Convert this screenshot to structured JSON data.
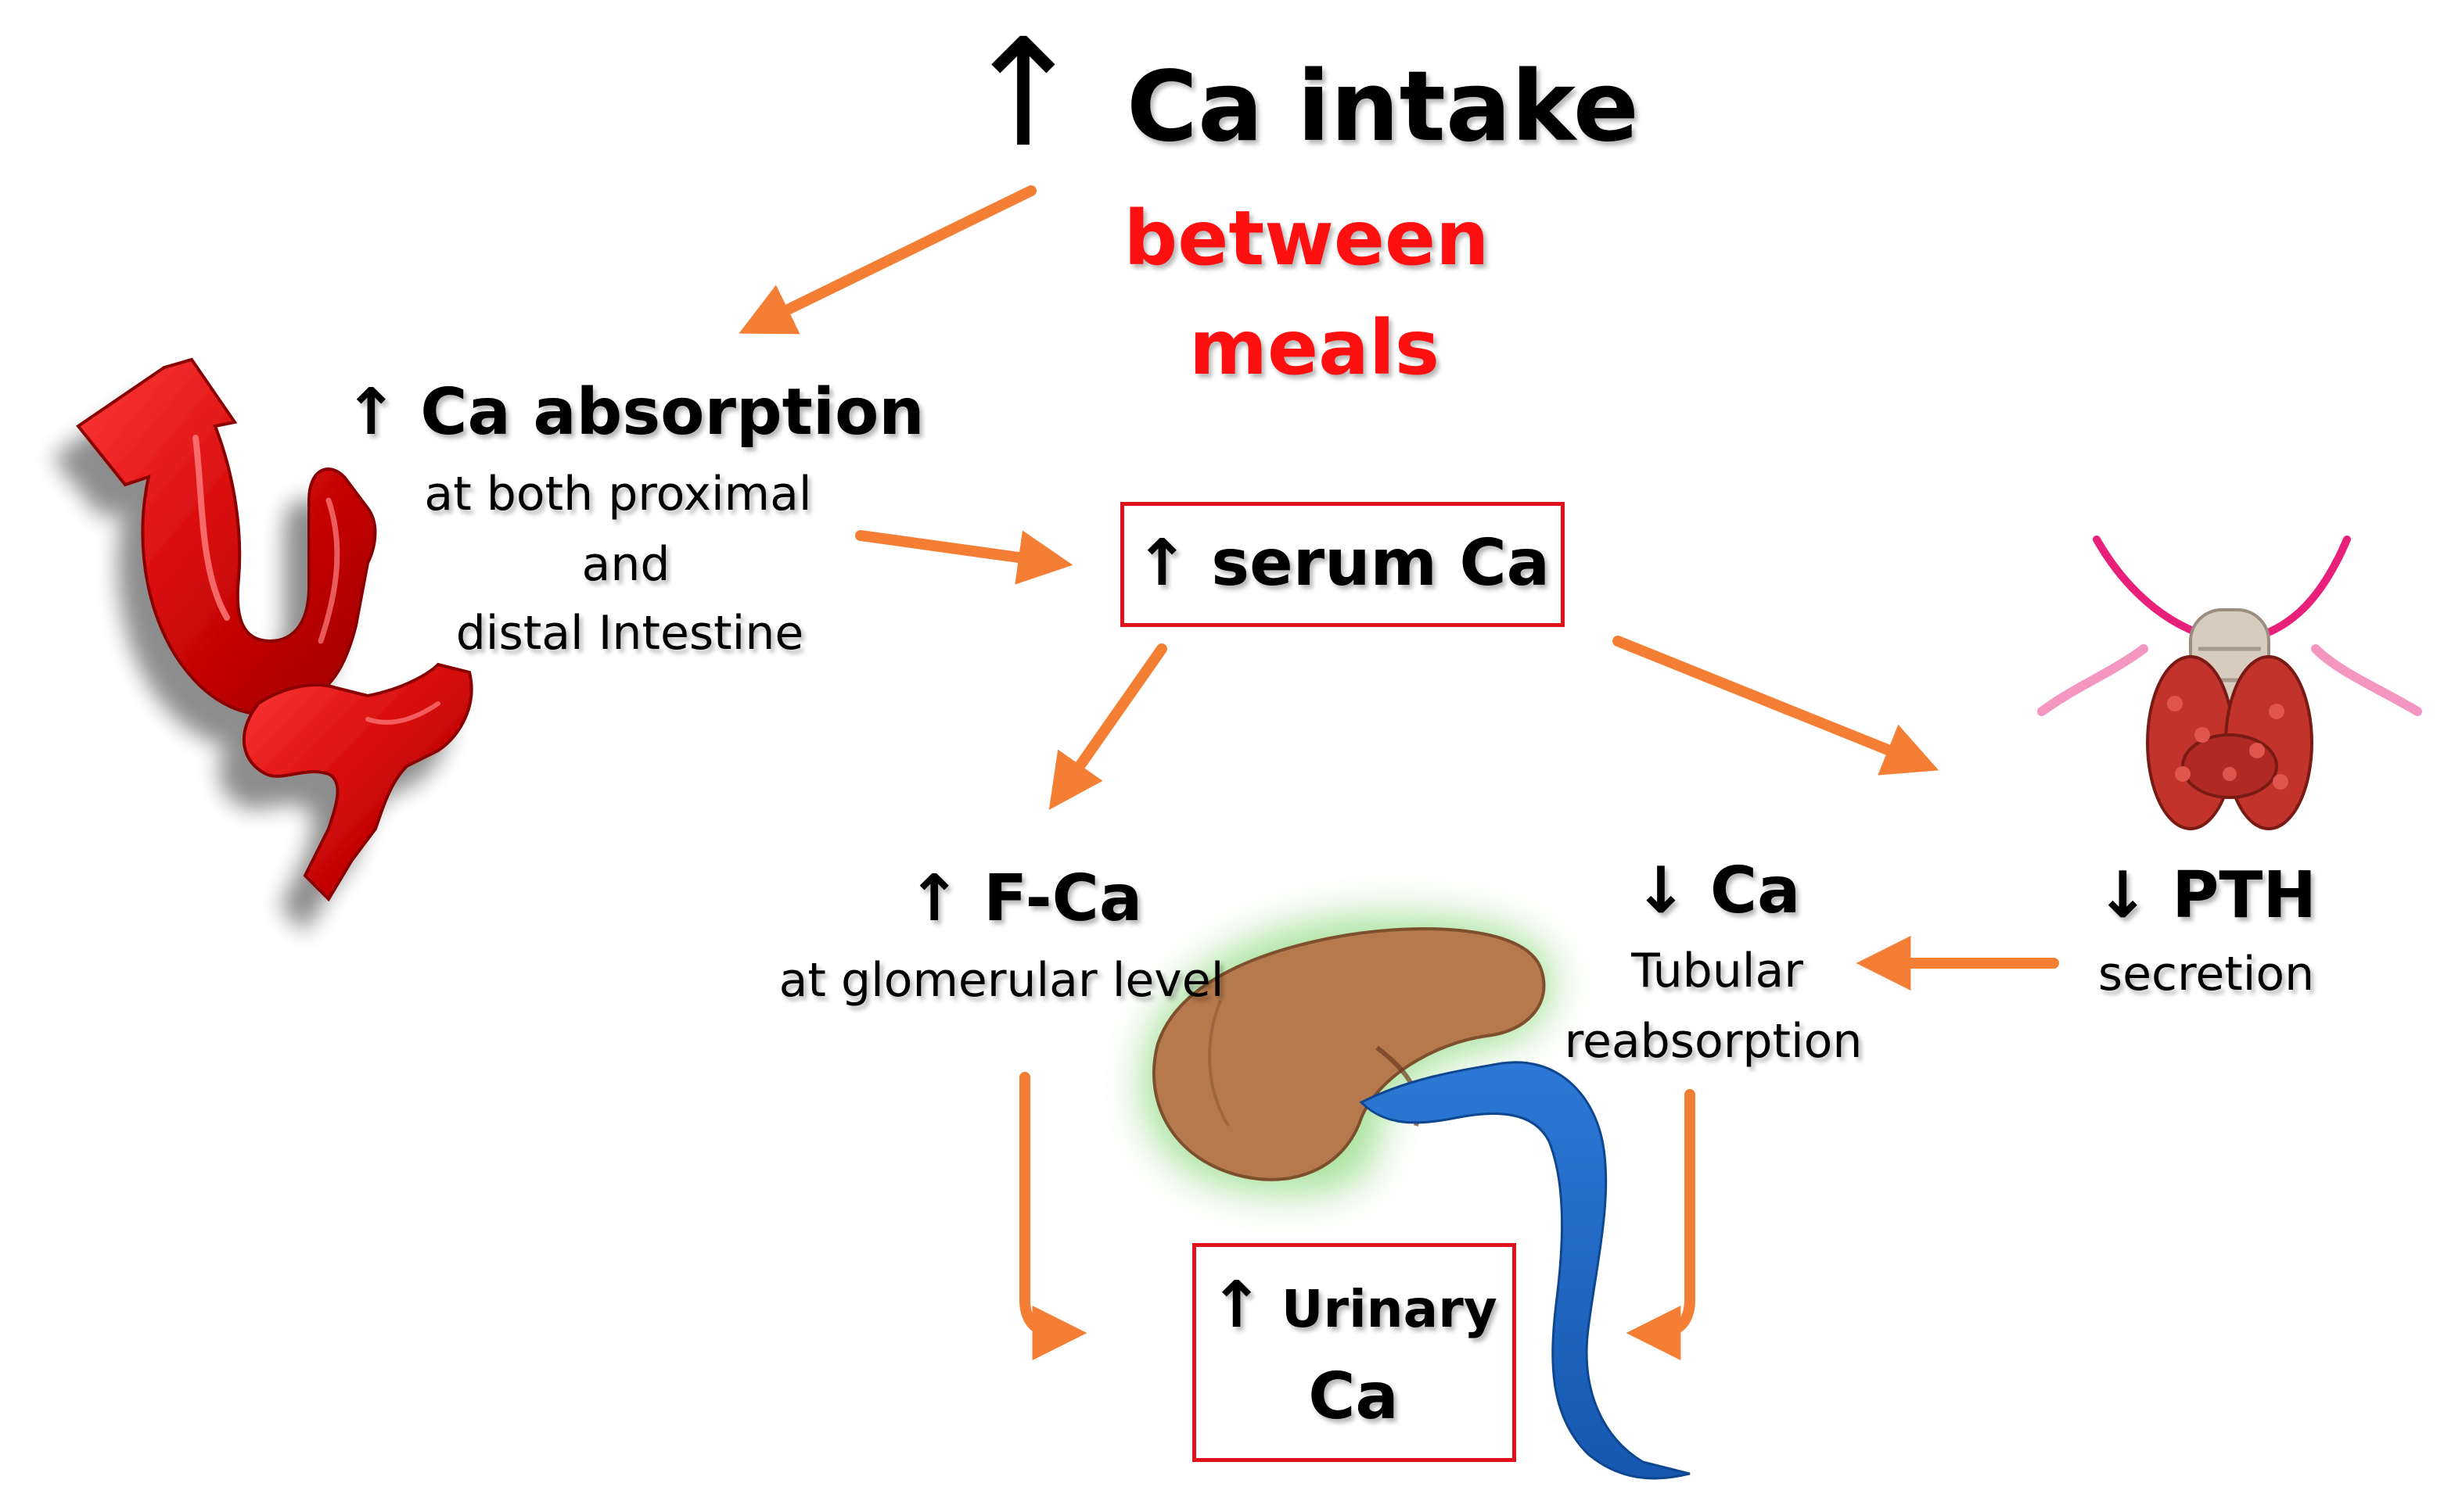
{
  "intake": {
    "arrow": "↑",
    "label": "Ca intake",
    "qualifier_line1": "between",
    "qualifier_line2": "meals"
  },
  "absorption": {
    "arrow": "↑",
    "label": "Ca absorption",
    "line1": "at both proximal",
    "line2": "and",
    "line3": "distal Intestine"
  },
  "serum": {
    "arrow": "↑",
    "label": "serum Ca"
  },
  "fca": {
    "arrow": "↑",
    "label": "F-Ca",
    "detail": "at glomerular level"
  },
  "tubular": {
    "arrow": "↓",
    "label": "Ca",
    "line1": "Tubular",
    "line2": "reabsorption"
  },
  "pth": {
    "arrow": "↓",
    "label": "PTH",
    "detail": "secretion"
  },
  "urinary": {
    "arrow": "↑",
    "line1": "Urinary",
    "line2": "Ca"
  },
  "colors": {
    "arrow": "#f47f34",
    "qualifier": "#ff1010",
    "box_border": "#e0121b",
    "intestine": "#d90a0a",
    "kidney": "#b5794d",
    "ureter": "#1f66c7",
    "thyroid": "#c2332b"
  },
  "icons": [
    "intestine-illustration",
    "kidney-illustration",
    "ureter-illustration",
    "thyroid-illustration"
  ]
}
